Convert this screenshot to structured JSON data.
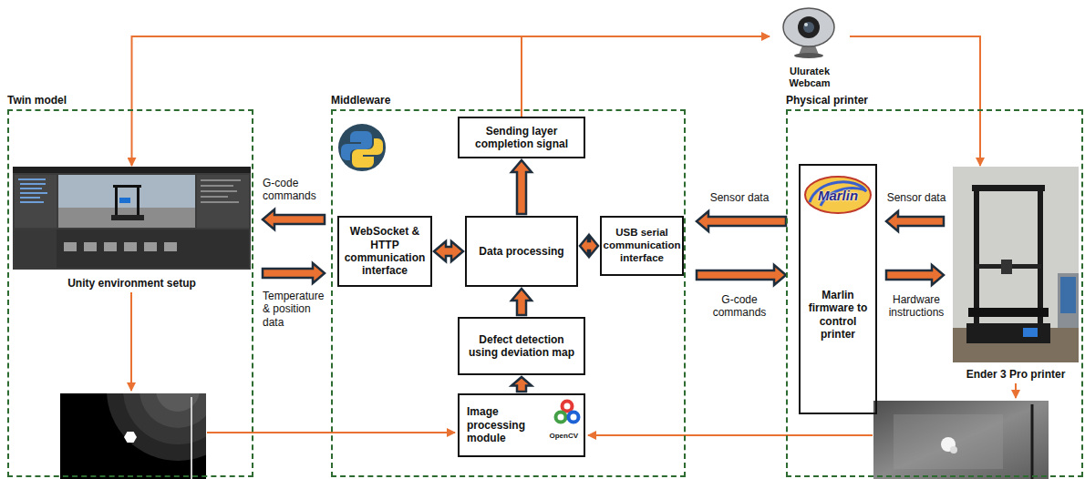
{
  "diagram": {
    "nodes": [
      {
        "text": [
          "Twin model"
        ]
      },
      {
        "text": [
          "Unity environment setup"
        ],
        "in": 0
      },
      {
        "text": [
          "Middleware"
        ]
      },
      {
        "text": [
          "Sending layer completion signal"
        ],
        "in": 2
      },
      {
        "text": [
          "WebSocket & HTTP communication interface"
        ],
        "in": 2
      },
      {
        "text": [
          "Data processing"
        ],
        "in": 2
      },
      {
        "text": [
          "USB serial communication interface"
        ],
        "in": 2
      },
      {
        "text": [
          "Defect detection using deviation map"
        ],
        "in": 2
      },
      {
        "text": [
          "Image processing module",
          "OpenCV"
        ],
        "in": 2
      },
      {
        "text": [
          "Uluratek Webcam"
        ]
      },
      {
        "text": [
          "Physical printer"
        ]
      },
      {
        "text": [
          "Marlin",
          "Marlin firmware to control printer"
        ],
        "in": 10
      },
      {
        "text": [
          "Ender 3 Pro printer"
        ],
        "in": 10
      }
    ],
    "edges": [
      {
        "from": 3,
        "to": 1,
        "arrow": "to"
      },
      {
        "from": 3,
        "to": 9,
        "arrow": "to"
      },
      {
        "from": 9,
        "to": 12,
        "arrow": "to"
      },
      {
        "from": 4,
        "to": 1,
        "label": "G-code commands",
        "arrow": "to"
      },
      {
        "from": 1,
        "to": 4,
        "label": "Temperature & position data",
        "arrow": "to"
      },
      {
        "from": 4,
        "to": 5,
        "arrow": "both"
      },
      {
        "from": 5,
        "to": 6,
        "arrow": "both"
      },
      {
        "from": 5,
        "to": 3,
        "arrow": "to"
      },
      {
        "from": 7,
        "to": 5,
        "arrow": "to"
      },
      {
        "from": 8,
        "to": 7,
        "arrow": "to"
      },
      {
        "from": 11,
        "to": 6,
        "label": "Sensor data",
        "arrow": "to"
      },
      {
        "from": 6,
        "to": 11,
        "label": "G-code commands",
        "arrow": "to"
      },
      {
        "from": 12,
        "to": 11,
        "label": "Sensor data",
        "arrow": "to"
      },
      {
        "from": 11,
        "to": 12,
        "label": "Hardware instructions",
        "arrow": "to"
      }
    ]
  }
}
